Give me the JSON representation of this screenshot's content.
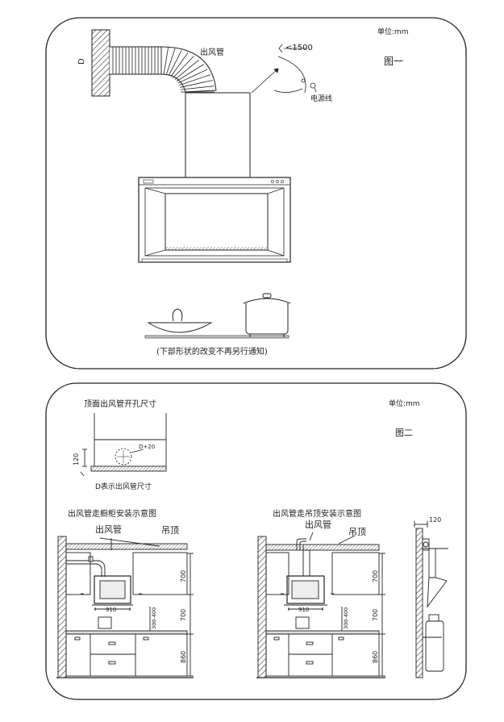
{
  "figure1": {
    "unit": "单位:mm",
    "title": "图一",
    "d_label": "D",
    "duct_label": "出风管",
    "angle_label": "<1500",
    "power_cord": "电源线",
    "footnote": "(下部形状的改变不再另行通知)"
  },
  "figure2": {
    "unit": "单位:mm",
    "title": "图二",
    "hole_title": "顶面出风管开孔尺寸",
    "hole_dim": "D+20",
    "hole_offset": "120",
    "hole_note": "D表示出风管尺寸",
    "cabinet": {
      "title": "出风管走橱柜安装示意图",
      "duct": "出风管",
      "ceiling": "吊顶",
      "width": "910",
      "h_top": "700",
      "h_mid": "700",
      "h_gap": "300-400",
      "h_bottom": "860"
    },
    "ceiling_install": {
      "title": "出风管走吊顶安装示意图",
      "duct": "出风管",
      "ceiling": "吊顶",
      "width": "910",
      "h_top": "700",
      "h_mid": "700",
      "h_gap": "300-400",
      "h_bottom": "860"
    },
    "side_dim": "120"
  },
  "colors": {
    "line": "#222222",
    "hatch": "#333333",
    "fill_light": "#eeeeee"
  }
}
